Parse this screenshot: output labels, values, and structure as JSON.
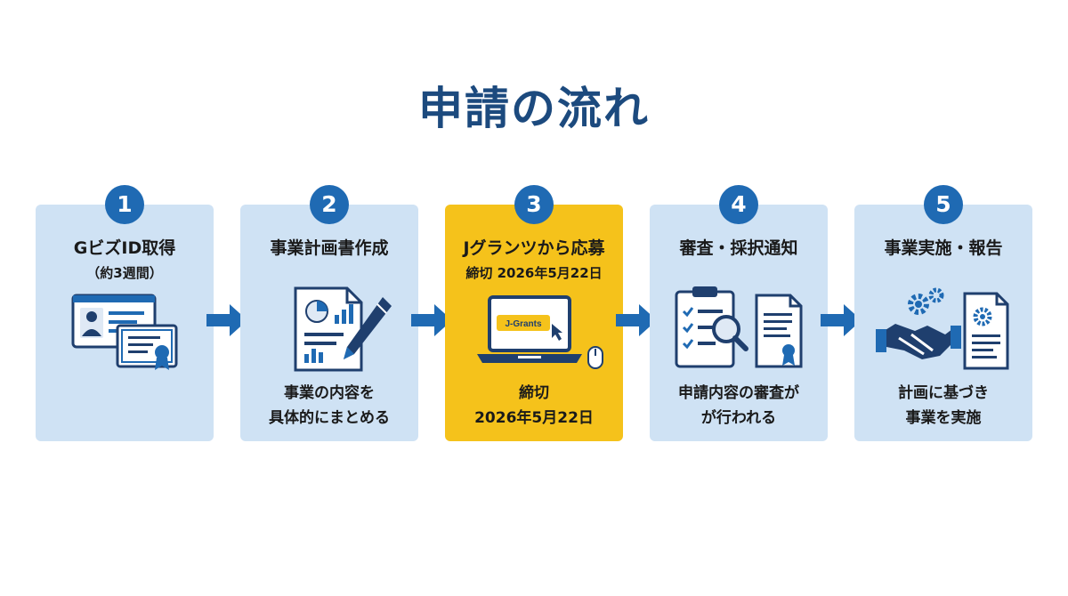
{
  "title": "申請の流れ",
  "steps": [
    {
      "number": "1",
      "title": "GビズID取得",
      "subtitle": "（約3週間）",
      "description": [
        "",
        ""
      ]
    },
    {
      "number": "2",
      "title": "事業計画書作成",
      "subtitle": "",
      "description": [
        "事業の内容を",
        "具体的にまとめる"
      ]
    },
    {
      "number": "3",
      "title": "Jグランツから応募",
      "subtitle": "締切 2026年5月22日",
      "icon_label": "J-Grants",
      "description": [
        "締切",
        "2026年5月22日"
      ]
    },
    {
      "number": "4",
      "title": "審査・採択通知",
      "subtitle": "",
      "description": [
        "申請内容の審査が",
        "が行われる"
      ]
    },
    {
      "number": "5",
      "title": "事業実施・報告",
      "subtitle": "",
      "description": [
        "計画に基づき",
        "事業を実施"
      ]
    }
  ],
  "colors": {
    "title": "#1c4a7e",
    "card": "#cfe2f4",
    "card_active": "#f5c21b",
    "badge": "#1f6ab3",
    "arrow": "#1f6ab3",
    "icon_dark": "#1f3f6e",
    "icon_blue": "#1f6ab3"
  }
}
